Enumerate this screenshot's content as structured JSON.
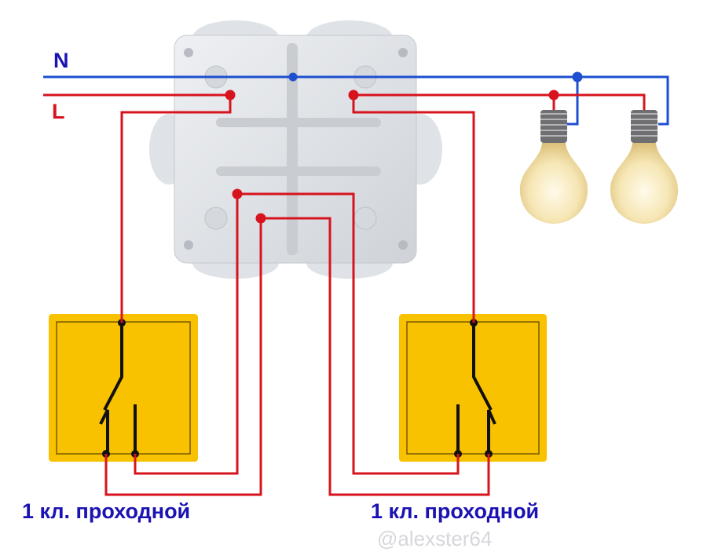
{
  "wires": {
    "neutral_label": "N",
    "line_label": "L",
    "neutral_color": "#1e4fd0",
    "line_color": "#d7141e"
  },
  "switches": [
    {
      "label": "1 кл. проходной"
    },
    {
      "label": "1 кл. проходной"
    }
  ],
  "watermark": "@alexster64",
  "colors": {
    "switch": "#f9c200",
    "label": "#1b12b3"
  }
}
